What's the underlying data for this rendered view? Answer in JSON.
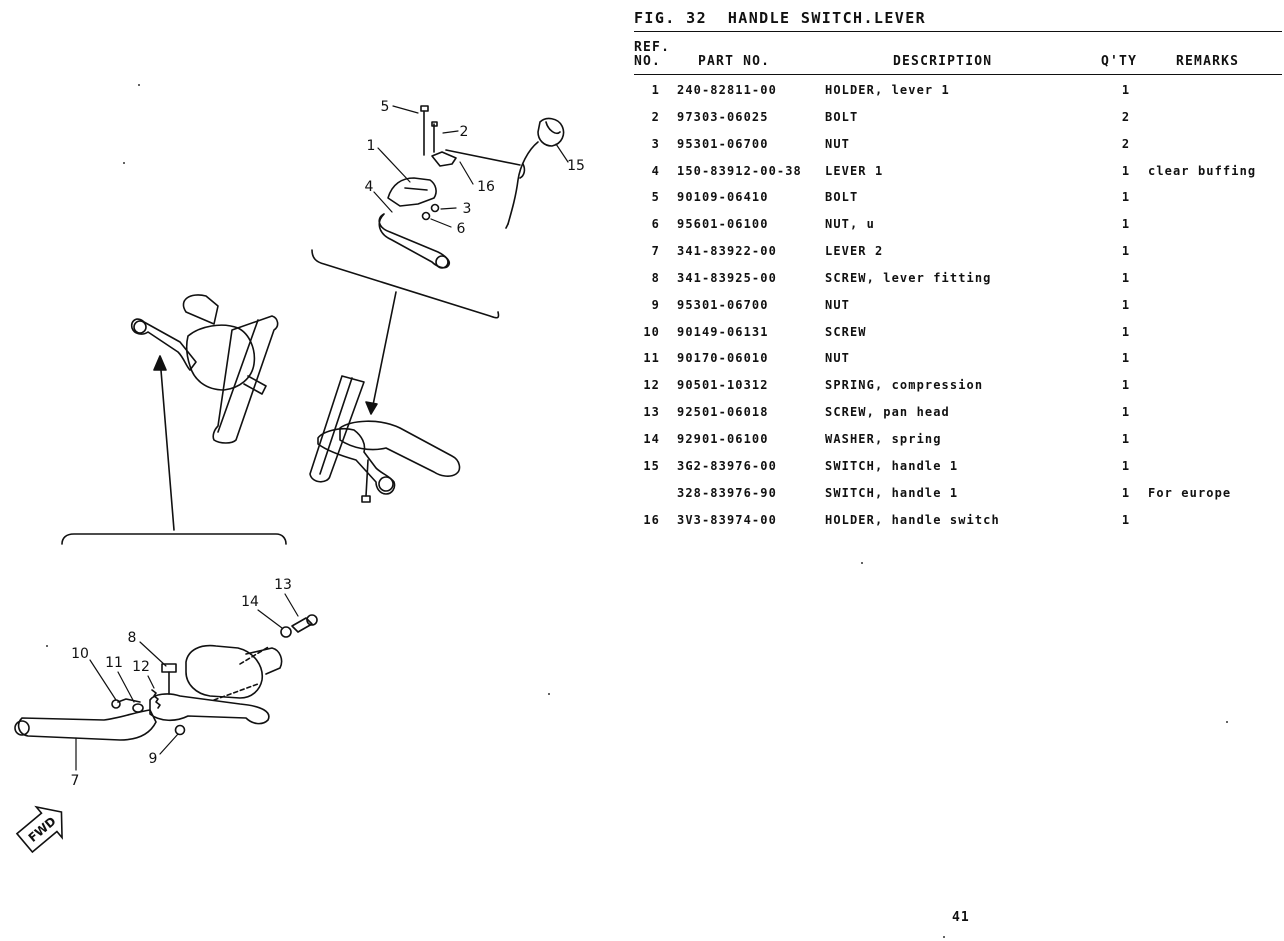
{
  "figure": {
    "title": "FIG. 32  HANDLE SWITCH.LEVER"
  },
  "table": {
    "headers": {
      "ref_line1": "REF.",
      "ref_line2": "NO.",
      "part_no": "PART NO.",
      "description": "DESCRIPTION",
      "qty": "Q'TY",
      "remarks": "REMARKS"
    },
    "rows": [
      {
        "ref": "1",
        "part_no": "240-82811-00",
        "description": "HOLDER, lever 1",
        "qty": "1",
        "remarks": ""
      },
      {
        "ref": "2",
        "part_no": "97303-06025",
        "description": "BOLT",
        "qty": "2",
        "remarks": ""
      },
      {
        "ref": "3",
        "part_no": "95301-06700",
        "description": "NUT",
        "qty": "2",
        "remarks": ""
      },
      {
        "ref": "4",
        "part_no": "150-83912-00-38",
        "description": "LEVER 1",
        "qty": "1",
        "remarks": "clear buffing"
      },
      {
        "ref": "5",
        "part_no": "90109-06410",
        "description": "BOLT",
        "qty": "1",
        "remarks": ""
      },
      {
        "ref": "6",
        "part_no": "95601-06100",
        "description": "NUT, u",
        "qty": "1",
        "remarks": ""
      },
      {
        "ref": "7",
        "part_no": "341-83922-00",
        "description": "LEVER 2",
        "qty": "1",
        "remarks": ""
      },
      {
        "ref": "8",
        "part_no": "341-83925-00",
        "description": "SCREW, lever fitting",
        "qty": "1",
        "remarks": ""
      },
      {
        "ref": "9",
        "part_no": "95301-06700",
        "description": "NUT",
        "qty": "1",
        "remarks": ""
      },
      {
        "ref": "10",
        "part_no": "90149-06131",
        "description": "SCREW",
        "qty": "1",
        "remarks": ""
      },
      {
        "ref": "11",
        "part_no": "90170-06010",
        "description": "NUT",
        "qty": "1",
        "remarks": ""
      },
      {
        "ref": "12",
        "part_no": "90501-10312",
        "description": "SPRING, compression",
        "qty": "1",
        "remarks": ""
      },
      {
        "ref": "13",
        "part_no": "92501-06018",
        "description": "SCREW, pan head",
        "qty": "1",
        "remarks": ""
      },
      {
        "ref": "14",
        "part_no": "92901-06100",
        "description": "WASHER, spring",
        "qty": "1",
        "remarks": ""
      },
      {
        "ref": "15",
        "part_no": "3G2-83976-00",
        "description": "SWITCH, handle 1",
        "qty": "1",
        "remarks": ""
      },
      {
        "ref": "",
        "part_no": "328-83976-90",
        "description": "SWITCH, handle 1",
        "qty": "1",
        "remarks": "For europe"
      },
      {
        "ref": "16",
        "part_no": "3V3-83974-00",
        "description": "HOLDER, handle switch",
        "qty": "1",
        "remarks": ""
      }
    ]
  },
  "diagram": {
    "callouts": [
      "1",
      "2",
      "3",
      "4",
      "5",
      "6",
      "7",
      "8",
      "9",
      "10",
      "11",
      "12",
      "13",
      "14",
      "15",
      "16"
    ],
    "direction_badge": "FWD"
  },
  "page_number": "41"
}
